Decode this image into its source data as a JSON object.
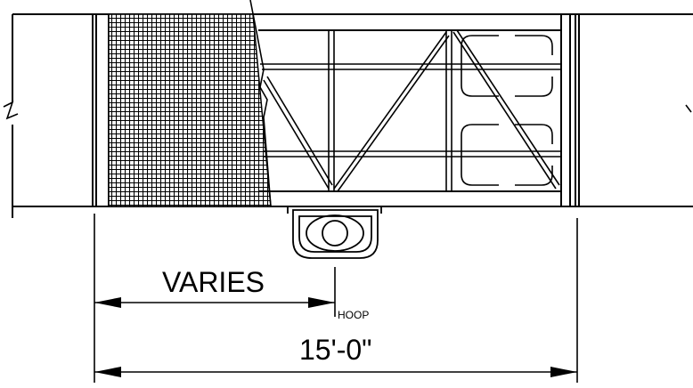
{
  "drawing": {
    "dimension_varies": "VARIES",
    "hoop_label": "HOOP",
    "dimension_total": "15'-0\""
  }
}
